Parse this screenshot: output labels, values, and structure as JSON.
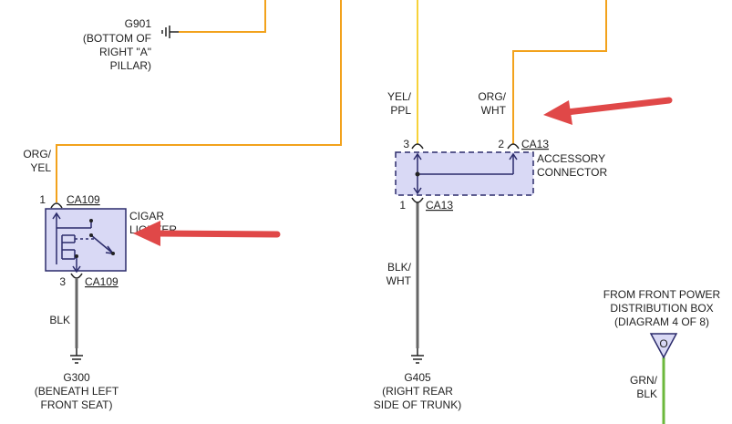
{
  "colors": {
    "orange_wire": "#f2a21c",
    "yellow_wire": "#f7d23a",
    "gray_wire": "#666666",
    "green_wire": "#6cb83c",
    "component_fill": "#d9d9f5",
    "component_stroke": "#2b2b6b",
    "arrow": "#e04848",
    "text": "#222222"
  },
  "grounds": {
    "g901": {
      "id": "G901",
      "loc1": "(BOTTOM OF",
      "loc2": "RIGHT \"A\"",
      "loc3": "PILLAR)"
    },
    "g300": {
      "id": "G300",
      "loc1": "(BENEATH LEFT",
      "loc2": "FRONT SEAT)"
    },
    "g405": {
      "id": "G405",
      "loc1": "(RIGHT REAR",
      "loc2": "SIDE OF TRUNK)"
    }
  },
  "wires": {
    "org_yel": {
      "line1": "ORG/",
      "line2": "YEL"
    },
    "blk": {
      "line1": "BLK"
    },
    "yel_ppl": {
      "line1": "YEL/",
      "line2": "PPL"
    },
    "org_wht": {
      "line1": "ORG/",
      "line2": "WHT"
    },
    "blk_wht": {
      "line1": "BLK/",
      "line2": "WHT"
    },
    "grn_blk": {
      "line1": "GRN/",
      "line2": "BLK"
    }
  },
  "cigar_lighter": {
    "name1": "CIGAR",
    "name2": "LIGHTER",
    "pin_top": "1",
    "conn_top": "CA109",
    "pin_bottom": "3",
    "conn_bottom": "CA109"
  },
  "accessory_connector": {
    "name1": "ACCESSORY",
    "name2": "CONNECTOR",
    "pin_left": "3",
    "pin_right": "2",
    "conn_right": "CA13",
    "pin_bottom": "1",
    "conn_bottom": "CA13"
  },
  "power_box": {
    "line1": "FROM FRONT POWER",
    "line2": "DISTRIBUTION BOX",
    "line3": "(DIAGRAM 4 OF 8)",
    "symbol": "O"
  }
}
